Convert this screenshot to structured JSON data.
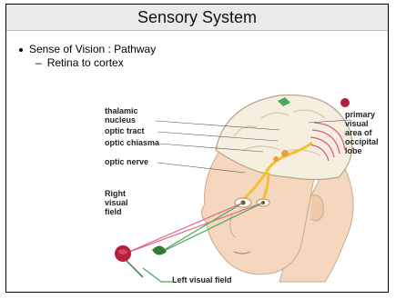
{
  "slide": {
    "title": "Sensory System",
    "bullets": [
      {
        "text": "Sense of Vision : Pathway",
        "subitems": [
          "Retina to cortex"
        ]
      }
    ]
  },
  "figure": {
    "labels": {
      "thalamic": "thalamic",
      "nucleus": "nucleus",
      "optic_tract": "optic tract",
      "optic_chiasma": "optic chiasma",
      "optic_nerve": "optic nerve",
      "right_visual_field": [
        "Right",
        "visual",
        "field"
      ],
      "left_visual_field": "Left visual field",
      "primary_visual_area": [
        "primary",
        "visual",
        "area of",
        "occipital",
        "lobe"
      ]
    },
    "colors": {
      "skin": "#f4d7bd",
      "brain": "#f6efe0",
      "cortex_stripes": "#e05a8a",
      "right_field_line": "#e06a8e",
      "left_field_line": "#4aa85a",
      "pathway": "#f2c233",
      "rose": "#b3203c"
    }
  }
}
